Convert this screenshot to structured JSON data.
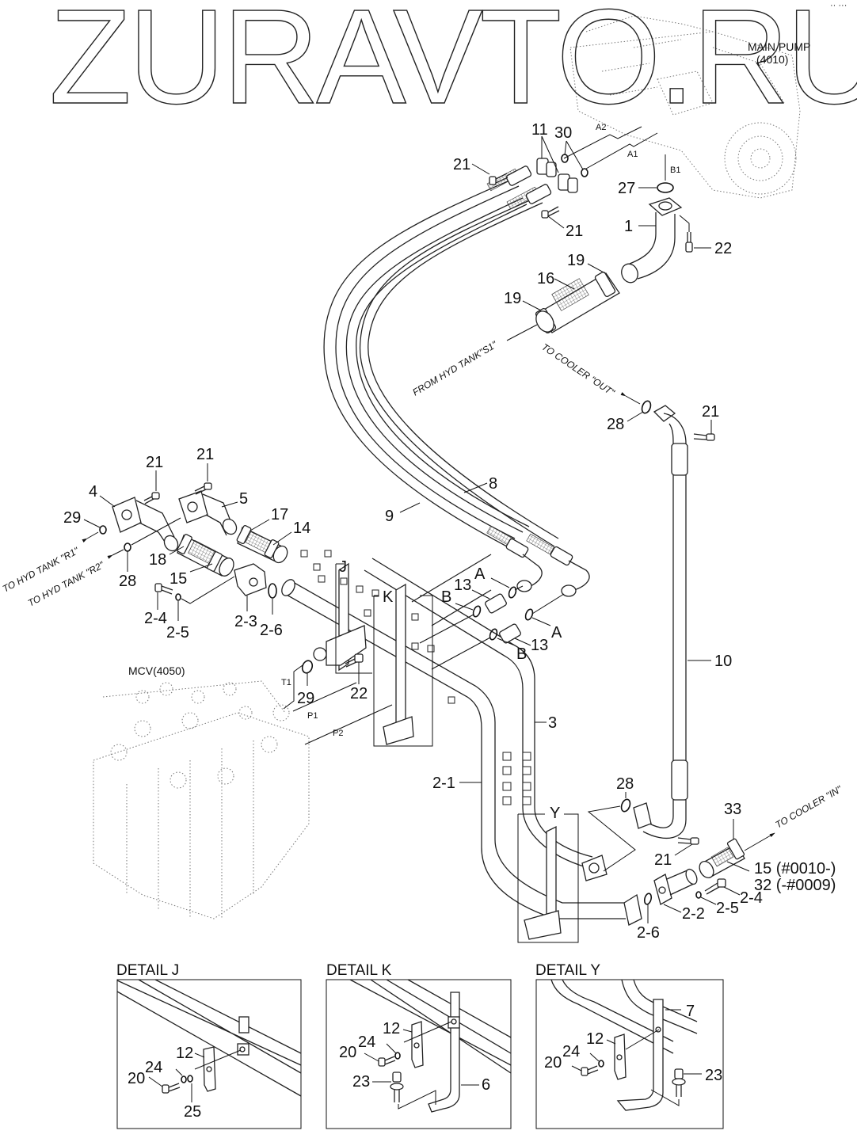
{
  "watermark": "ZURAVTO.RU",
  "corner_mark": "·· ···",
  "components": {
    "main_pump": {
      "line1": "MAIN PUMP",
      "line2": "(4010)"
    },
    "mcv": "MCV(4050)"
  },
  "ports": {
    "a1": "A1",
    "a2": "A2",
    "b1": "B1",
    "t1": "T1",
    "p1": "P1",
    "p2": "P2"
  },
  "notes": {
    "from_hyd_tank_s1": "FROM HYD TANK\"S1\"",
    "to_cooler_out": "TO COOLER \"OUT\"",
    "to_cooler_in": "TO COOLER \"IN\"",
    "to_hyd_tank_r1": "TO HYD TANK \"R1\"",
    "to_hyd_tank_r2": "TO HYD TANK \"R2\""
  },
  "callouts": {
    "c11": "11",
    "c30": "30",
    "c21_top": "21",
    "c21_b": "21",
    "c27": "27",
    "c1": "1",
    "c22_top": "22",
    "c19_a": "19",
    "c16": "16",
    "c19_b": "19",
    "c28_right": "28",
    "c21_right": "21",
    "c21_l1": "21",
    "c21_l2": "21",
    "c4": "4",
    "c5": "5",
    "c29_l": "29",
    "c17": "17",
    "c14": "14",
    "c8": "8",
    "c9": "9",
    "c18": "18",
    "c15": "15",
    "c28_l": "28",
    "c24_l": "2-4",
    "c25_l": "2-5",
    "c23_l": "2-3",
    "c26_l": "2-6",
    "cJ": "J",
    "cK": "K",
    "cA_1": "A",
    "c13_1": "13",
    "cB_1": "B",
    "cA_2": "A",
    "c13_2": "13",
    "cB_2": "B",
    "c10": "10",
    "c29_m": "29",
    "c22_m": "22",
    "c3": "3",
    "c2_1": "2-1",
    "cY": "Y",
    "c28_b": "28",
    "c33": "33",
    "c21_b2": "21",
    "c15_range": "15 (#0010-)",
    "c32_range": "32 (-#0009)",
    "c2_4_r": "2-4",
    "c2_5_r": "2-5",
    "c2_2": "2-2",
    "c2_6_r": "2-6"
  },
  "details": [
    {
      "title": "DETAIL J",
      "labels": {
        "a": "12",
        "b": "24",
        "c": "20",
        "d": "25"
      }
    },
    {
      "title": "DETAIL K",
      "labels": {
        "a": "12",
        "b": "24",
        "c": "20",
        "d": "23",
        "e": "6"
      }
    },
    {
      "title": "DETAIL Y",
      "labels": {
        "a": "12",
        "b": "24",
        "c": "20",
        "d": "23",
        "e": "7"
      }
    }
  ]
}
